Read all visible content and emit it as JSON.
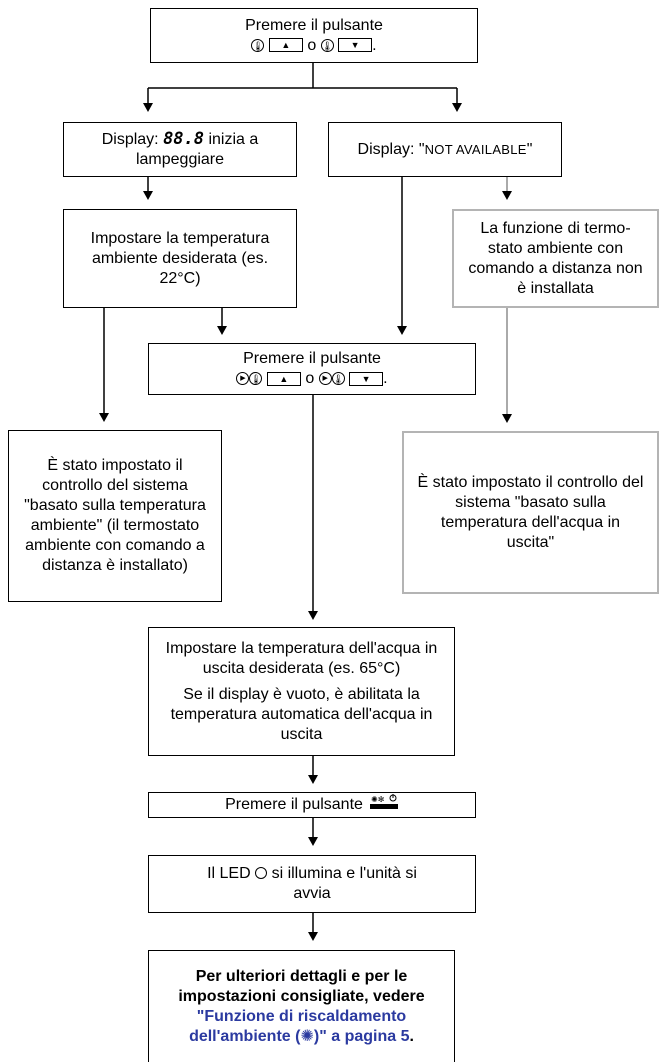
{
  "nodes": {
    "start": {
      "line1": "Premere il pulsante",
      "or": "o",
      "end": "."
    },
    "display_blink": {
      "prefix": "Display:",
      "segment": "88.8",
      "suffix": "inizia a lampeggiare"
    },
    "display_na": {
      "prefix": "Display:",
      "quote_open": "\"",
      "caps": "NOT AVAILABLE",
      "quote_close": "\""
    },
    "set_room_temp": {
      "text": "Impostare la temperatura ambiente desiderata (es. 22°C)"
    },
    "not_installed": {
      "text": "La funzione di termo-stato ambiente con comando a distanza non è installata"
    },
    "press_second": {
      "line1": "Premere il pulsante",
      "or": "o",
      "end": "."
    },
    "room_based": {
      "text": "È stato impostato il controllo del sistema \"basato sulla temperatura ambiente\" (il termostato ambiente con comando a distanza è installato)"
    },
    "water_based": {
      "text": "È stato impostato il controllo del sistema \"basato sulla temperatura dell'acqua in uscita\""
    },
    "set_water_temp": {
      "line1": "Impostare la temperatura dell'acqua in uscita desiderata (es. 65°C)",
      "line2": "Se il display è vuoto, è abilitata la temperatura automatica dell'acqua in uscita"
    },
    "press_onoff": {
      "text": "Premere il pulsante"
    },
    "led": {
      "prefix": "Il LED",
      "suffix": "si illumina e l'unità si avvia"
    },
    "final": {
      "bold_text": "Per ulteriori dettagli e per le impostazioni consigliate, vedere",
      "link_text": "\"Funzione di riscaldamento dell'ambiente (",
      "link_icon": "✺",
      "link_text_end": ")\" a pagina 5",
      "end": "."
    }
  },
  "icons": {
    "up_arrow": "▲",
    "down_arrow": "▼",
    "thermometer": "thermometer-icon",
    "play": "play-icon",
    "heating_sun": "sun-icon"
  },
  "colors": {
    "link": "#2b3aa0",
    "gray_box_border": "#b4b4b4",
    "gray_arrow": "#aaaaaa"
  }
}
